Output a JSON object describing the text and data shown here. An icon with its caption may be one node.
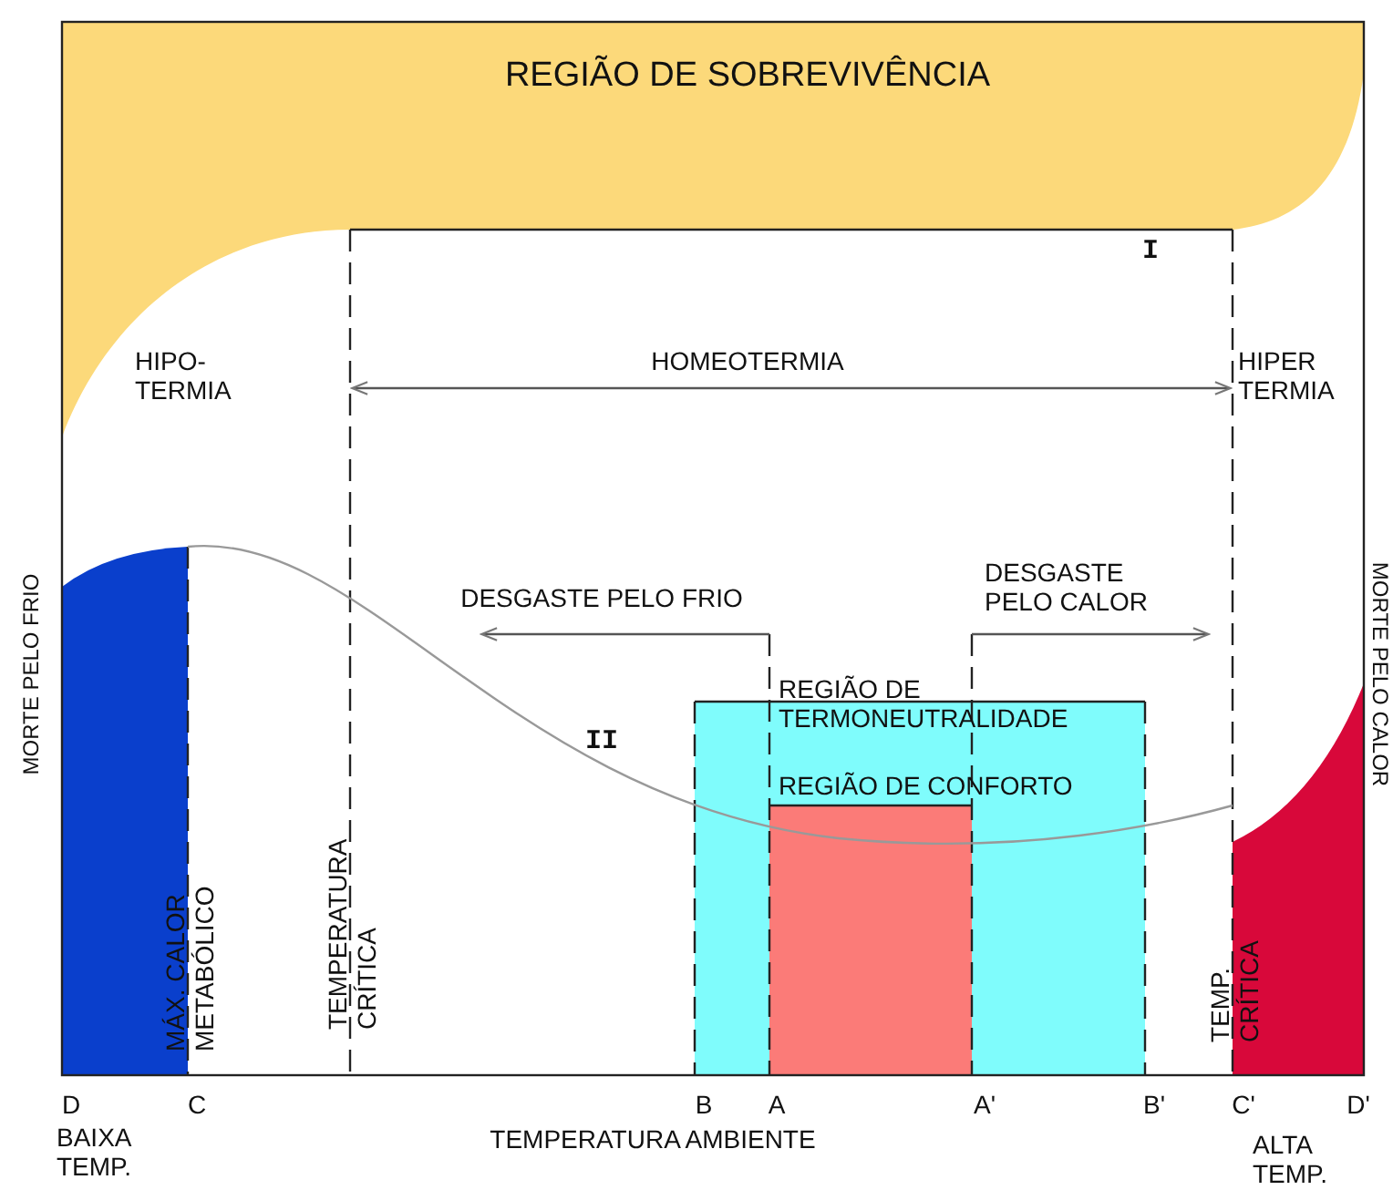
{
  "diagram": {
    "labels": [
      "REGIÃO DE SOBREVIVÊNCIA",
      "I",
      "HIPO- TERMIA",
      "HOMEOTERMIA",
      "HIPER TERMIA",
      "MORTE PELO FRIO",
      "MORTE PELO CALOR",
      "DESGASTE PELO FRIO",
      "DESGASTE PELO CALOR",
      "REGIÃO DE TERMONEUTRALIDADE",
      "II",
      "REGIÃO DE CONFORTO",
      "MÁX. CALOR METABÓLICO",
      "TEMPERATURA CRÍTICA",
      "TEMP. CRÍTICA",
      "D",
      "C",
      "B",
      "A",
      "A'",
      "B'",
      "C'",
      "D'",
      "BAIXA TEMP.",
      "TEMPERATURA AMBIENTE",
      "ALTA TEMP."
    ]
  }
}
